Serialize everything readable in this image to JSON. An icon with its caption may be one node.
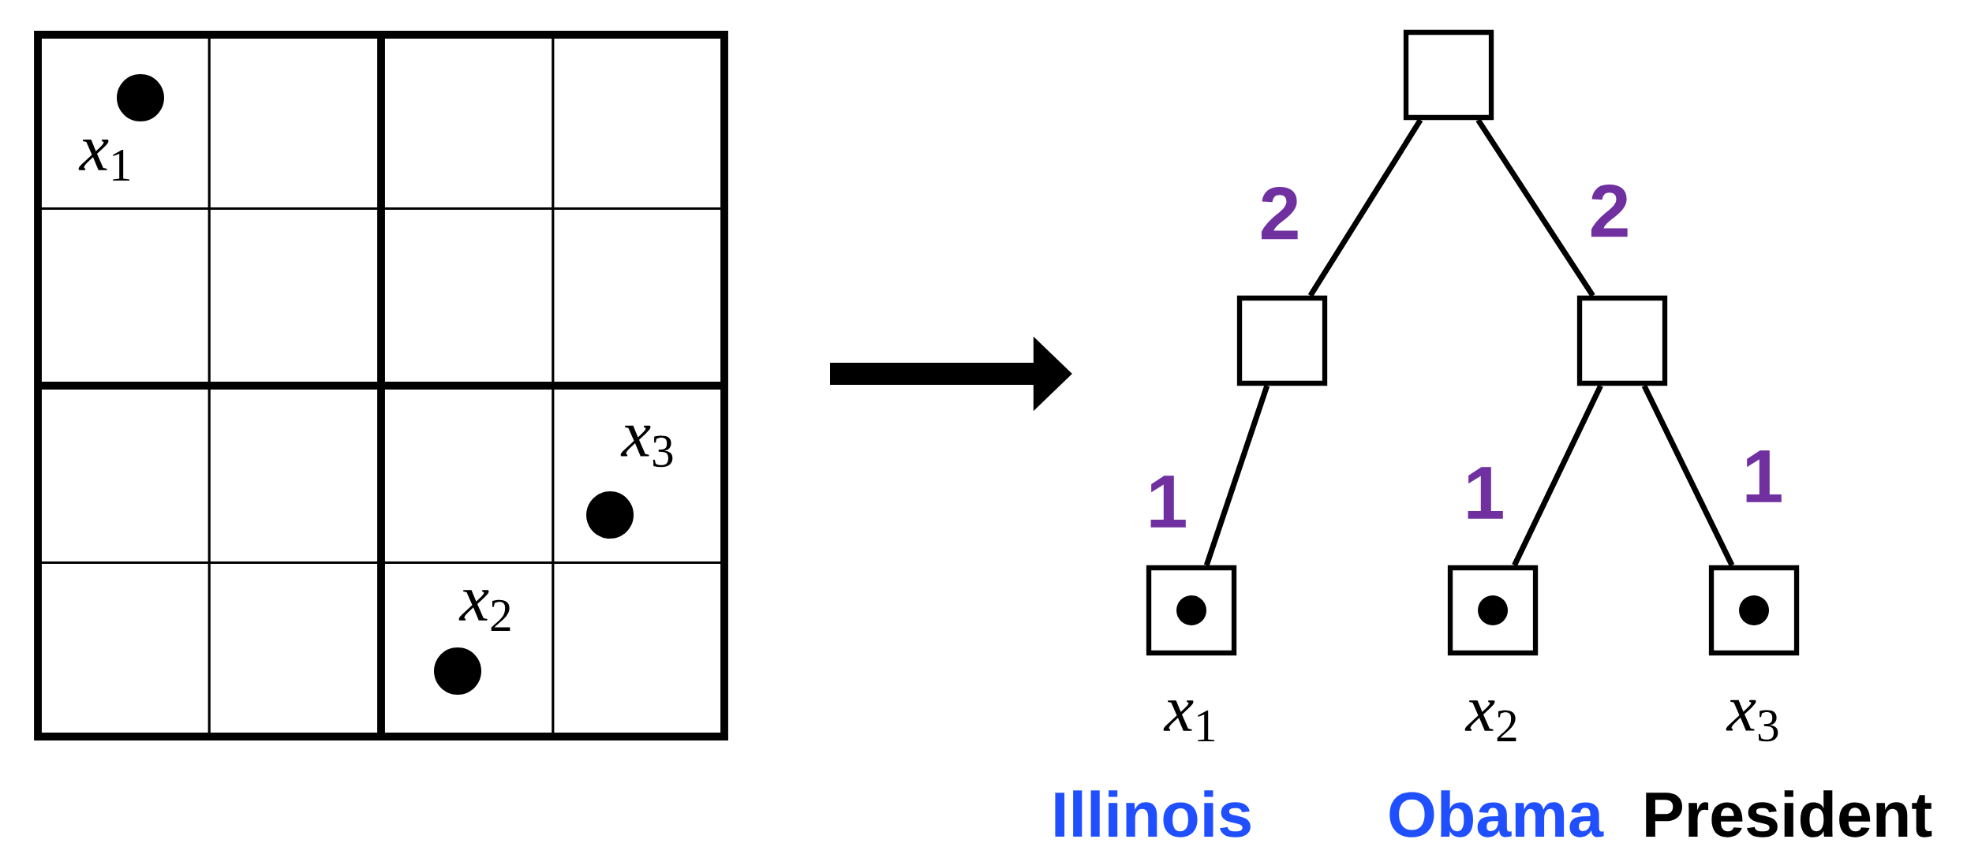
{
  "diagram": {
    "nodes": [
      {
        "text": [],
        "shape": "grid"
      },
      {
        "text": [],
        "shape": "box"
      },
      {
        "text": [],
        "shape": "box"
      },
      {
        "text": [],
        "shape": "box"
      },
      {
        "text": [],
        "shape": "box",
        "beside": [
          "*x*$_{1}$",
          "Illinois"
        ]
      },
      {
        "text": [],
        "shape": "box",
        "beside": [
          "*x*$_{2}$",
          "Obama"
        ]
      },
      {
        "text": [],
        "shape": "box",
        "beside": [
          "*x*$_{3}$",
          "President"
        ]
      }
    ],
    "edges": [
      {
        "from": 1,
        "to": 2,
        "arrow": "none",
        "label": "2"
      },
      {
        "from": 1,
        "to": 3,
        "arrow": "none",
        "label": "2"
      },
      {
        "from": 2,
        "to": 4,
        "arrow": "none",
        "label": "1"
      },
      {
        "from": 3,
        "to": 5,
        "arrow": "none",
        "label": "1"
      },
      {
        "from": 3,
        "to": 6,
        "arrow": "none",
        "label": "1"
      }
    ],
    "labels": [
      "*x*$_{1}$",
      "*x*$_{3}$",
      "*x*$_{2}$"
    ]
  }
}
